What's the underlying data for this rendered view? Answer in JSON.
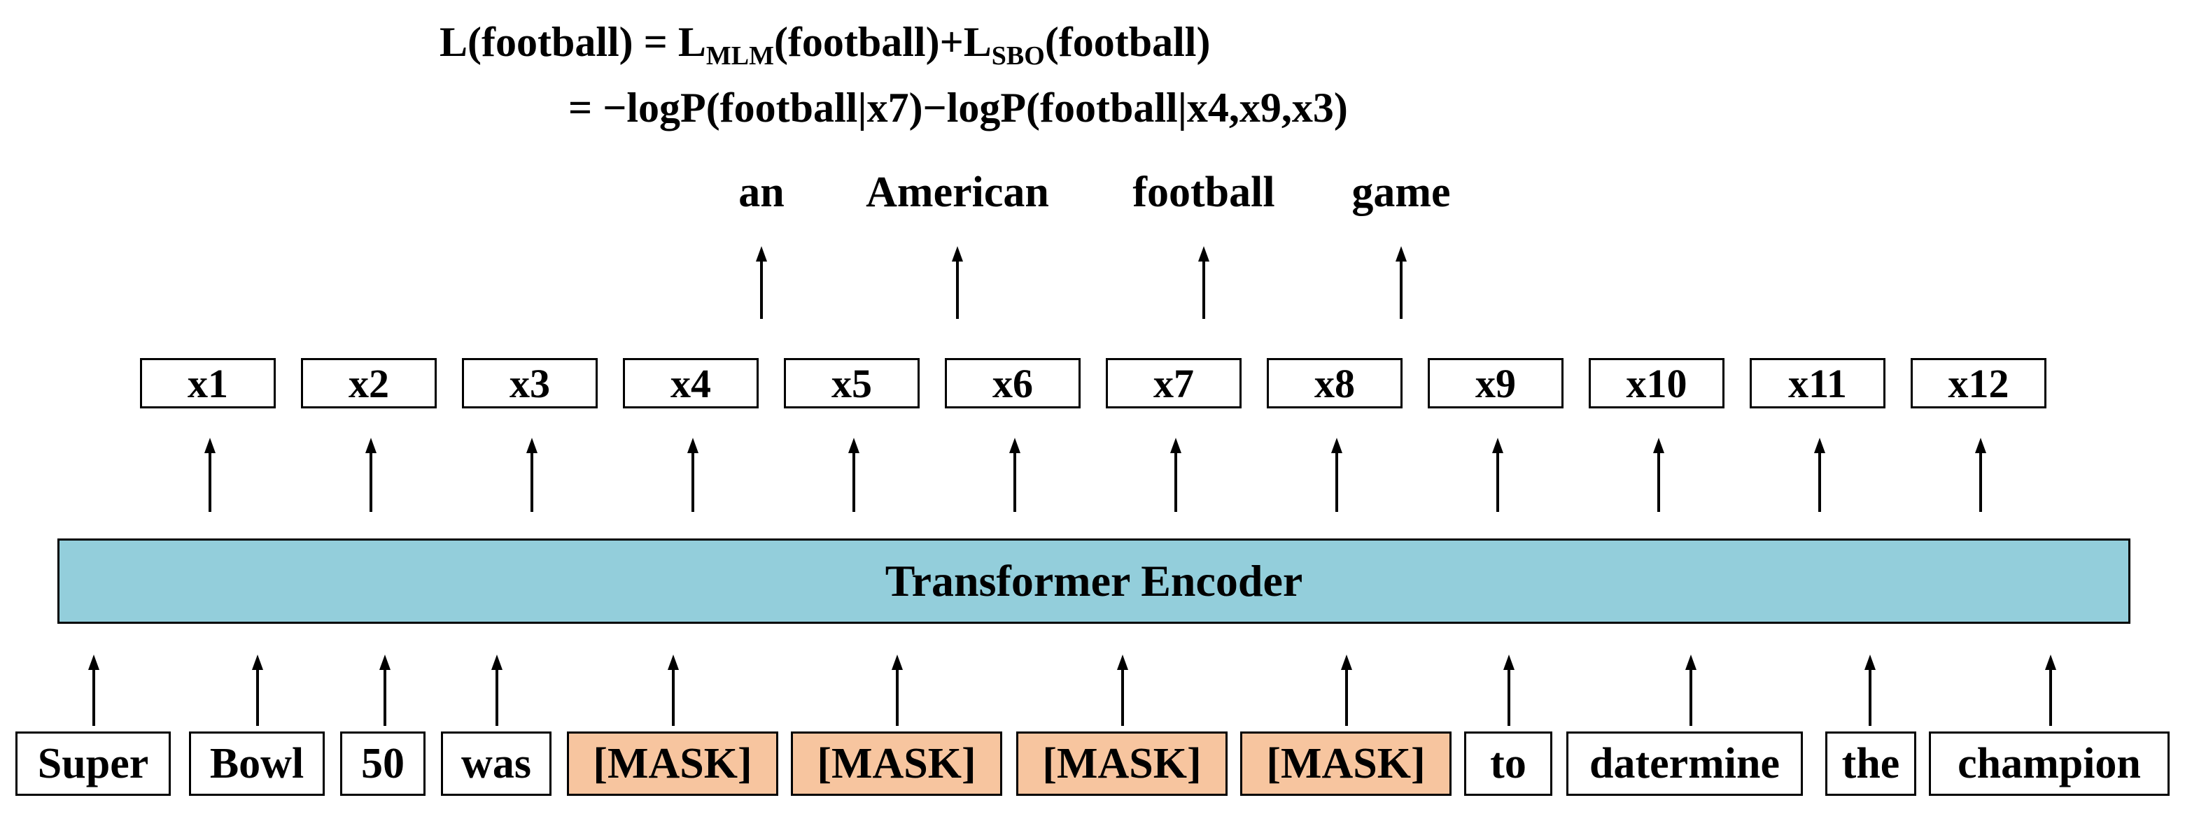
{
  "formula": {
    "line1": {
      "lhs": "L(football) = L",
      "sub1": "MLM",
      "mid": "(football)+L",
      "sub2": "SBO",
      "end": "(football)"
    },
    "line2": "= −logP(football|x7)−logP(football|x4,x9,x3)"
  },
  "output_words": [
    "an",
    "American",
    "football",
    "game"
  ],
  "hidden_states": [
    "x1",
    "x2",
    "x3",
    "x4",
    "x5",
    "x6",
    "x7",
    "x8",
    "x9",
    "x10",
    "x11",
    "x12"
  ],
  "encoder_label": "Transformer Encoder",
  "input_tokens": [
    {
      "text": "Super",
      "masked": false
    },
    {
      "text": "Bowl",
      "masked": false
    },
    {
      "text": "50",
      "masked": false
    },
    {
      "text": "was",
      "masked": false
    },
    {
      "text": "[MASK]",
      "masked": true
    },
    {
      "text": "[MASK]",
      "masked": true
    },
    {
      "text": "[MASK]",
      "masked": true
    },
    {
      "text": "[MASK]",
      "masked": true
    },
    {
      "text": "to",
      "masked": false
    },
    {
      "text": "datermine",
      "masked": false
    },
    {
      "text": "the",
      "masked": false
    },
    {
      "text": "champion",
      "masked": false
    }
  ],
  "colors": {
    "encoder_fill": "#93cedb",
    "mask_fill": "#f7c59f",
    "line": "#000000"
  }
}
